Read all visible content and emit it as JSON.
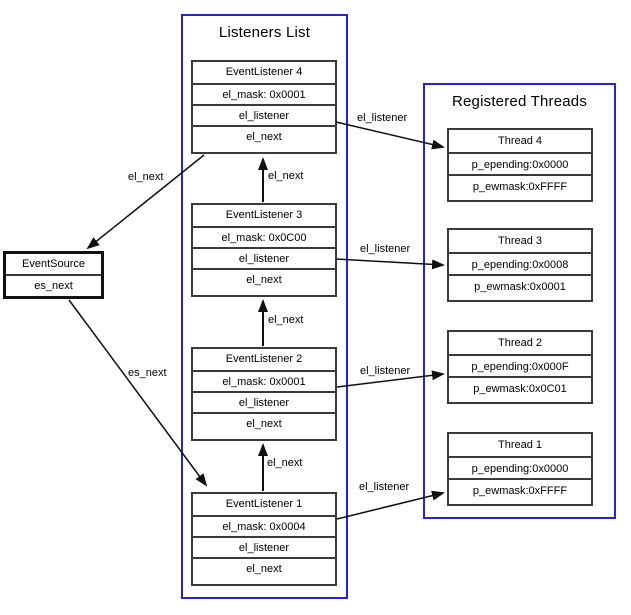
{
  "diagram": {
    "colors": {
      "container_border": "#2323dd",
      "box_border": "#3a3a3a",
      "event_source_border": "#111111",
      "arrow": "#111111",
      "background": "#ffffff"
    },
    "listeners_list": {
      "title": "Listeners List",
      "nodes": [
        {
          "rows": [
            "EventListener 4",
            "el_mask: 0x0001",
            "el_listener",
            "el_next"
          ]
        },
        {
          "rows": [
            "EventListener 3",
            "el_mask: 0x0C00",
            "el_listener",
            "el_next"
          ]
        },
        {
          "rows": [
            "EventListener 2",
            "el_mask: 0x0001",
            "el_listener",
            "el_next"
          ]
        },
        {
          "rows": [
            "EventListener 1",
            "el_mask: 0x0004",
            "el_listener",
            "el_next"
          ]
        }
      ]
    },
    "registered_threads": {
      "title": "Registered Threads",
      "nodes": [
        {
          "rows": [
            "Thread 4",
            "p_epending:0x0000",
            "p_ewmask:0xFFFF"
          ]
        },
        {
          "rows": [
            "Thread 3",
            "p_epending:0x0008",
            "p_ewmask:0x0001"
          ]
        },
        {
          "rows": [
            "Thread 2",
            "p_epending:0x000F",
            "p_ewmask:0x0C01"
          ]
        },
        {
          "rows": [
            "Thread 1",
            "p_epending:0x0000",
            "p_ewmask:0xFFFF"
          ]
        }
      ]
    },
    "event_source": {
      "rows": [
        "EventSource",
        "es_next"
      ]
    },
    "edges": [
      {
        "id": "el4-elnext-to-eventsource",
        "label": "el_next"
      },
      {
        "id": "el3-elnext-to-el4",
        "label": "el_next"
      },
      {
        "id": "el2-elnext-to-el3",
        "label": "el_next"
      },
      {
        "id": "el1-elnext-to-el2",
        "label": "el_next"
      },
      {
        "id": "eventsource-esnext-to-el1",
        "label": "es_next"
      },
      {
        "id": "el4-ellistener-to-thread4",
        "label": "el_listener"
      },
      {
        "id": "el3-ellistener-to-thread3",
        "label": "el_listener"
      },
      {
        "id": "el2-ellistener-to-thread2",
        "label": "el_listener"
      },
      {
        "id": "el1-ellistener-to-thread1",
        "label": "el_listener"
      }
    ]
  }
}
